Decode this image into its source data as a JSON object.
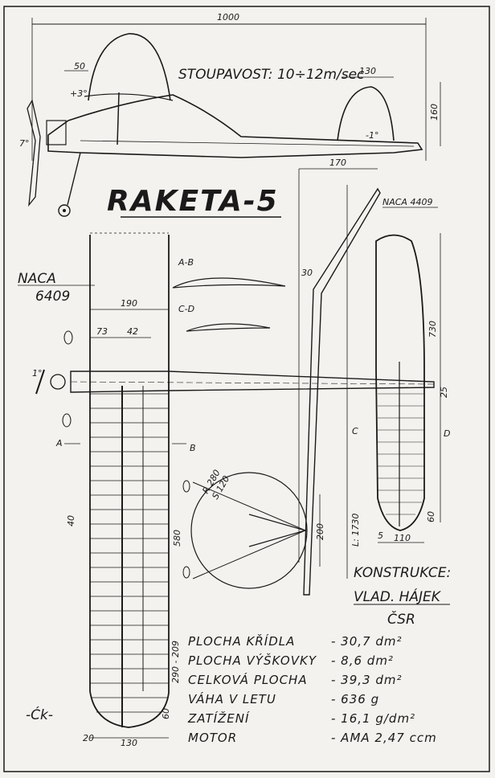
{
  "title": "RAKETA-5",
  "climb_rate": "STOUPAVOST: 10÷12m/sec",
  "airfoils": {
    "wing": "NACA",
    "wing_num": "6409",
    "tail": "NACA 4409"
  },
  "sections": {
    "ab": "A-B",
    "cd": "C-D",
    "a": "A",
    "b": "B",
    "c": "C",
    "d": "D"
  },
  "dims": {
    "total_length": "1000",
    "nose": "50",
    "thrust_up": "+3°",
    "thrust_side": "7°",
    "stab_chord_top": "130",
    "fin_height": "160",
    "stab_incidence": "-1°",
    "stab_span_top": "170",
    "chord": "190",
    "d73": "73",
    "d42": "42",
    "dihedral_pos": "30",
    "tail_half": "730",
    "tail_chord": "110",
    "tail_tip": "60",
    "tail_5": "5",
    "tail_25": "25",
    "span": "L: 1730",
    "rib_40": "40",
    "tip_60": "60",
    "tip_20": "20",
    "tip_130": "130",
    "tip_label": "290 - 209",
    "arc_280": "R 280",
    "arc_120": "S 120",
    "arc_580": "580",
    "gear_200": "200",
    "one_deg": "1°"
  },
  "designer": {
    "label": "KONSTRUKCE:",
    "name": "VLAD. HÁJEK",
    "country": "ČSR"
  },
  "specs": [
    {
      "label": "PLOCHA KŘÍDLA",
      "value": "- 30,7 dm²"
    },
    {
      "label": "PLOCHA VÝŠKOVKY",
      "value": "- 8,6 dm²"
    },
    {
      "label": "CELKOVÁ PLOCHA",
      "value": "- 39,3 dm²"
    },
    {
      "label": "VÁHA V LETU",
      "value": "- 636 g"
    },
    {
      "label": "ZATÍŽENÍ",
      "value": "- 16,1 g/dm²"
    },
    {
      "label": "MOTOR",
      "value": "- AMA 2,47 ccm"
    }
  ],
  "signature": "-Ćk-"
}
